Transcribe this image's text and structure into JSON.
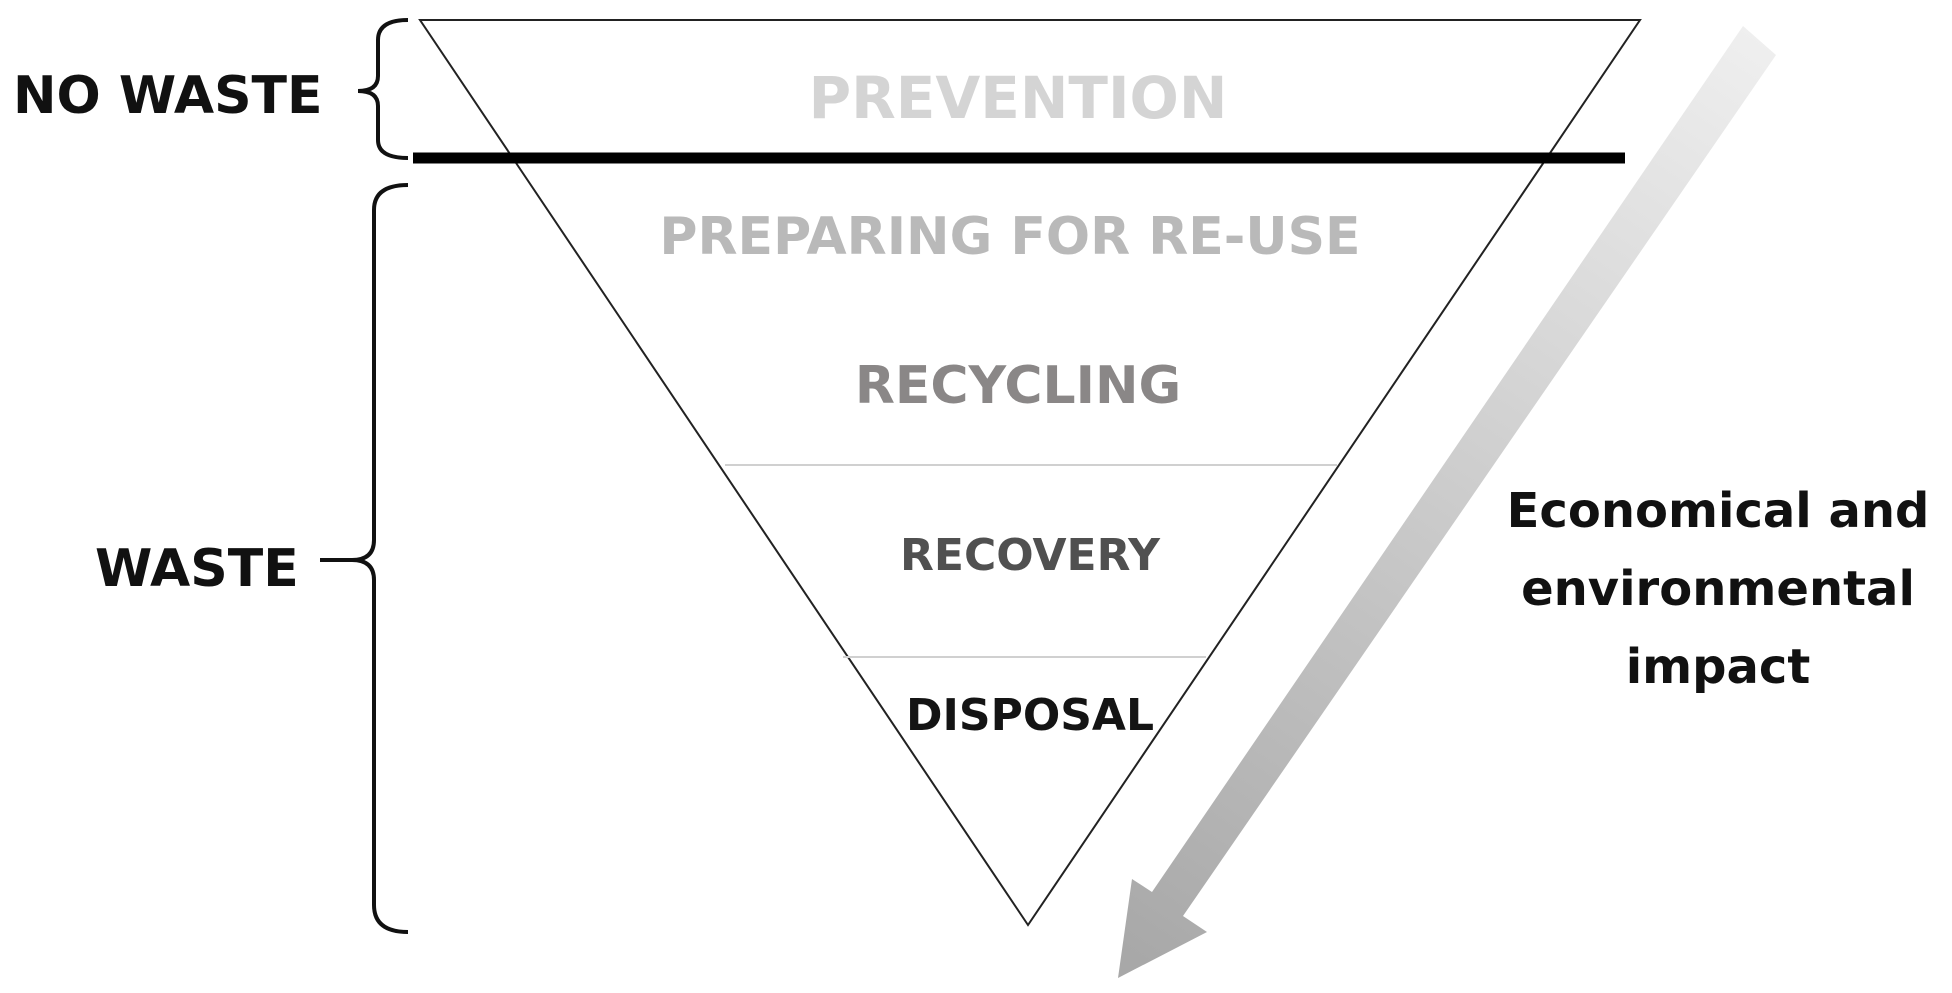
{
  "side_labels": {
    "no_waste": "NO WASTE",
    "waste": "WASTE"
  },
  "tiers": {
    "prevention": "PREVENTION",
    "preparing": "PREPARING FOR RE-USE",
    "recycling": "RECYCLING",
    "recovery": "RECOVERY",
    "disposal": "DISPOSAL"
  },
  "arrow_caption": {
    "line1": "Economical and",
    "line2": "environmental",
    "line3": "impact"
  },
  "colors": {
    "prevention": "#d4d4d4",
    "preparing": "#b9b9b9",
    "recycling": "#8a8787",
    "recovery": "#505050",
    "disposal": "#141414",
    "divider": "#000000",
    "tier_line": "#d0d0d0",
    "arrow_light": "#efefef",
    "arrow_dark": "#a8a8a8"
  }
}
